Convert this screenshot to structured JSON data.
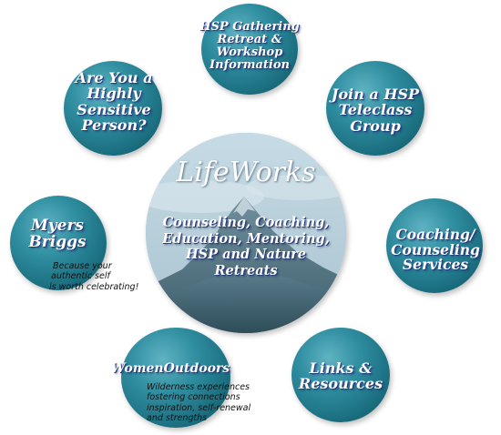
{
  "center": {
    "title": "LifeWorks",
    "lines": [
      "Counseling, Coaching,",
      "Education, Mentoring,",
      "HSP  and Nature",
      "Retreats"
    ]
  },
  "nav": {
    "gathering": {
      "lines": [
        "HSP Gathering",
        "Retreat &",
        "Workshop",
        "Information"
      ]
    },
    "hsp_person": {
      "lines": [
        "Are You a",
        "Highly",
        "Sensitive",
        "Person?"
      ]
    },
    "teleclass": {
      "lines": [
        "Join a HSP",
        "Teleclass",
        "Group"
      ]
    },
    "myers": {
      "lines": [
        "Myers",
        "Briggs"
      ],
      "tagline": [
        "Because your",
        "authentic self",
        "is worth celebrating!"
      ]
    },
    "coaching": {
      "lines": [
        "Coaching/",
        "Counseling",
        "Services"
      ]
    },
    "women": {
      "title": "WomenOutdoors",
      "tagline": [
        "Wilderness experiences",
        "fostering connections",
        "inspiration, self-renewal",
        "and strengths"
      ]
    },
    "links": {
      "lines": [
        "Links &",
        "Resources"
      ]
    }
  },
  "colors": {
    "circle": "#2f8ea0",
    "label_shadow": "#243a7a",
    "tagline": "#111111"
  }
}
